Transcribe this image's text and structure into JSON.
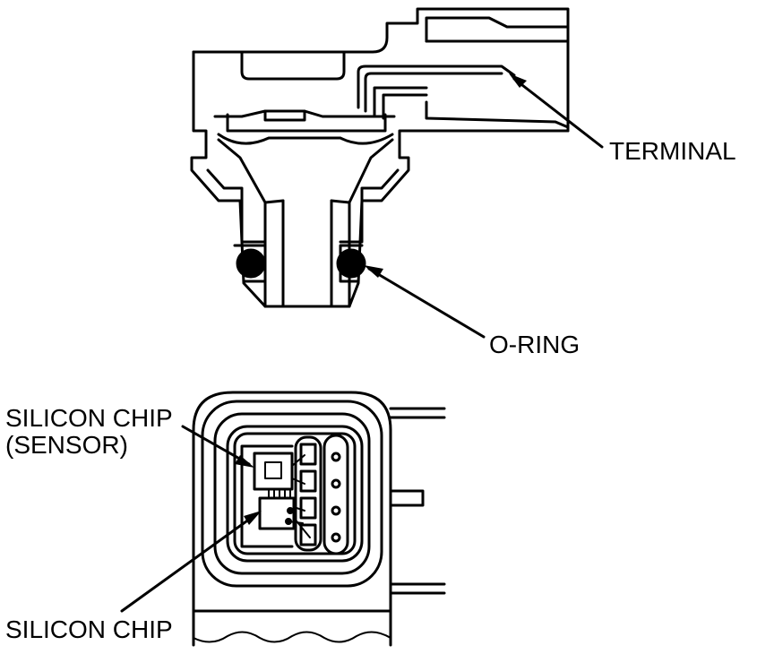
{
  "figure": {
    "background": "#ffffff",
    "ink": "#000000"
  },
  "cross_section": {
    "labels": {
      "terminal": "TERMINAL",
      "o_ring": "O-RING"
    }
  },
  "top_view": {
    "labels": {
      "silicon_chip_sensor_line1": "SILICON CHIP",
      "silicon_chip_sensor_line2": "(SENSOR)",
      "silicon_chip": "SILICON CHIP"
    }
  }
}
